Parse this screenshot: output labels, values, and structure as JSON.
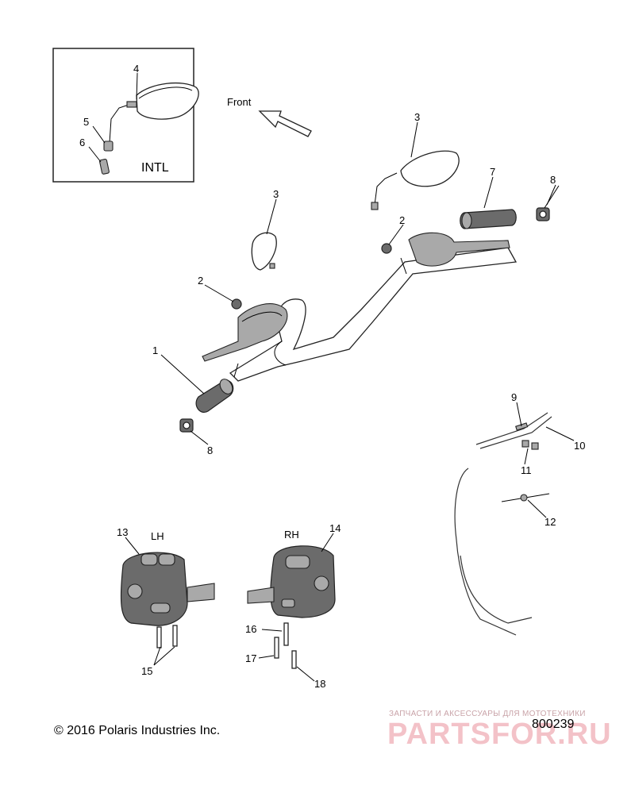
{
  "inset": {
    "label": "INTL"
  },
  "direction": {
    "label": "Front"
  },
  "callouts": [
    "1",
    "2",
    "3",
    "4",
    "5",
    "6",
    "7",
    "8",
    "9",
    "10",
    "11",
    "12",
    "13",
    "14",
    "15",
    "16",
    "17",
    "18"
  ],
  "control_labels": {
    "left": "LH",
    "right": "RH"
  },
  "footer": {
    "copyright": "© 2016 Polaris Industries Inc.",
    "diagram_id": "800239"
  },
  "watermark": {
    "tagline": "ЗАПЧАСТИ И АКСЕССУАРЫ ДЛЯ МОТОТЕХНИКИ",
    "logo": "PARTSFOR.RU"
  }
}
